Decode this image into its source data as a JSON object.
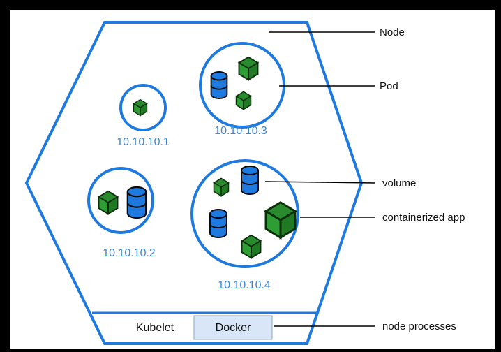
{
  "diagram": {
    "callouts": {
      "node": "Node",
      "pod": "Pod",
      "volume": "volume",
      "containerized_app": "containerized app",
      "node_processes": "node processes"
    },
    "pods": [
      {
        "ip": "10.10.10.1"
      },
      {
        "ip": "10.10.10.3"
      },
      {
        "ip": "10.10.10.2"
      },
      {
        "ip": "10.10.10.4"
      }
    ],
    "processes": {
      "kubelet": "Kubelet",
      "docker": "Docker"
    }
  },
  "colors": {
    "outline": "#1f7ae0",
    "volume_fill": "#1f7ae0",
    "app_front": "#2e9d33",
    "app_top": "#2a8a2e",
    "app_side": "#207a24",
    "docker_box": "#d9e6f7"
  },
  "icons": [
    "volume-icon",
    "containerized-app-icon"
  ]
}
